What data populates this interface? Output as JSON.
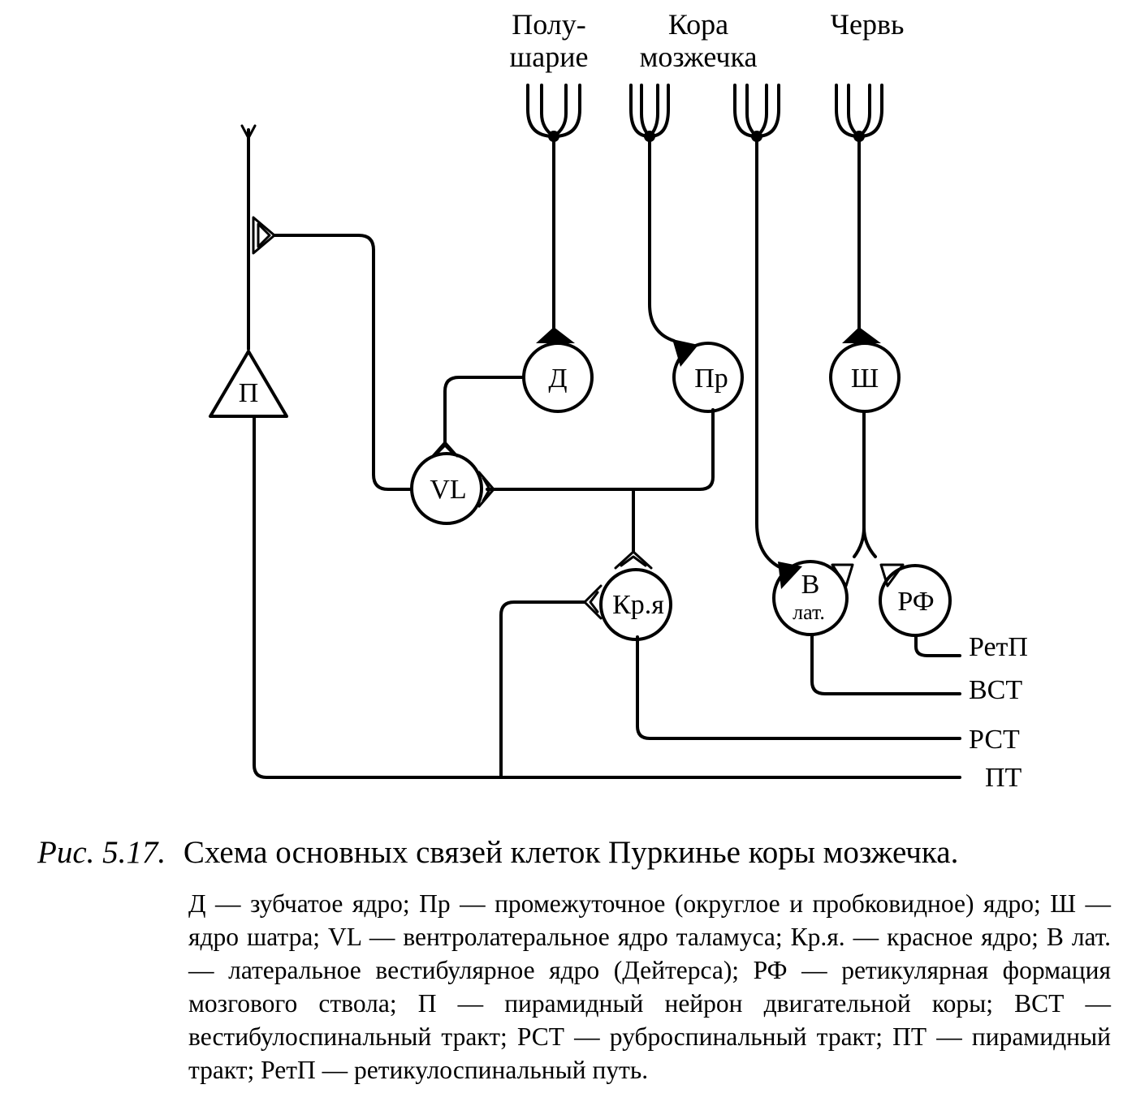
{
  "diagram": {
    "top_labels": {
      "hemisphere": [
        "Полу-",
        "шарие"
      ],
      "cortex": [
        "Кора",
        "мозжечка"
      ],
      "vermis": [
        "Червь"
      ]
    },
    "nodes": {
      "dentate": "Д",
      "interpositus": "Пр",
      "fastigial": "Ш",
      "vl": "VL",
      "red_nucleus": "Кр.я",
      "deiters": [
        "В",
        "лат."
      ],
      "rf": "РФ",
      "pyramidal": "П"
    },
    "tracts": {
      "retp": "РетП",
      "vst": "ВСТ",
      "rst": "РСТ",
      "pt": "ПТ"
    }
  },
  "caption": {
    "figure": "Рис. 5.17.",
    "title": "Схема основных связей клеток Пуркинье коры мозжечка."
  },
  "legend": "Д — зубчатое ядро; Пр — промежуточное (округлое и пробковидное) ядро; Ш — ядро шатра; VL — вентролатеральное ядро таламуса; Кр.я. — красное ядро; В лат. — латеральное вестибулярное ядро (Дейтерса); РФ — ретикулярная формация мозгового ствола; П — пирамидный нейрон двигательной коры; ВСТ — вестибулоспинальный тракт; РСТ — руб­роспинальный тракт; ПТ — пирамидный тракт; РетП — ретикулоспи­нальный путь."
}
